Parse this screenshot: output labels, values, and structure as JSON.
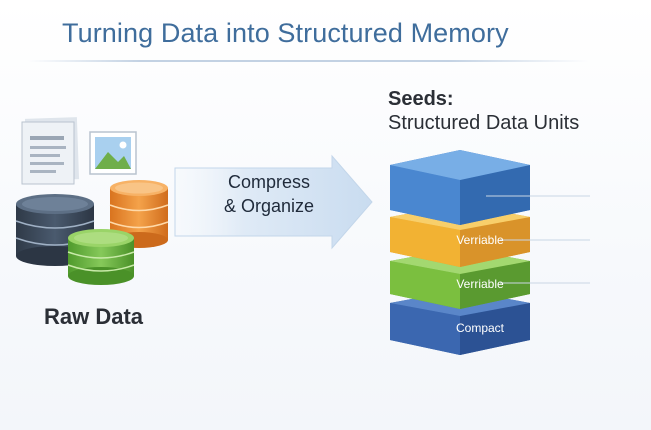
{
  "diagram": {
    "title": "Turning Data into Structured Memory",
    "raw_data_label": "Raw Data",
    "arrow_label_line1": "Compress",
    "arrow_label_line2": "& Organize",
    "seeds_heading": "Seeds:",
    "seeds_subheading": "Structured Data Units",
    "layers": [
      {
        "label": "",
        "color": "#4a87d0"
      },
      {
        "label": "Verriable",
        "color": "#f2b233"
      },
      {
        "label": "Verriable",
        "color": "#7bbf3f"
      },
      {
        "label": "Compact",
        "color": "#3b67b0"
      }
    ]
  },
  "colors": {
    "title": "#3f6d9c",
    "database_dark": "#3c4a5c",
    "database_orange": "#e8892e",
    "database_green": "#6cb440",
    "arrow_fill": "#d6e6f5",
    "text_dark": "#2b2f36"
  },
  "icons": [
    "document-icon",
    "image-icon",
    "database-icon"
  ]
}
